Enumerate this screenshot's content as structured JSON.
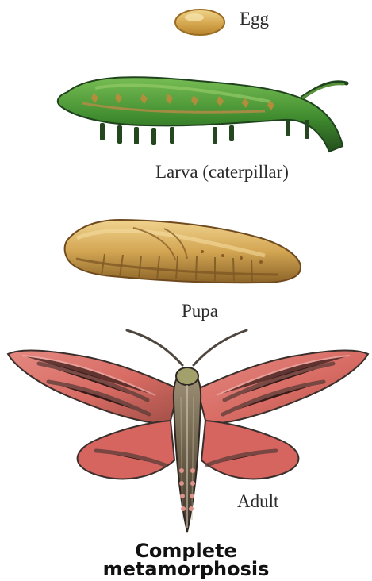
{
  "labels": {
    "egg": "Egg",
    "larva": "Larva (caterpillar)",
    "pupa": "Pupa",
    "adult": "Adult"
  },
  "title": {
    "line1": "Complete",
    "line2": "metamorphosis"
  },
  "colors": {
    "egg": "#d8b35a",
    "larva": "#3f8b2e",
    "pupa": "#c79a41",
    "adult_wing": "#d97a70",
    "adult_body": "#7a6b54"
  }
}
